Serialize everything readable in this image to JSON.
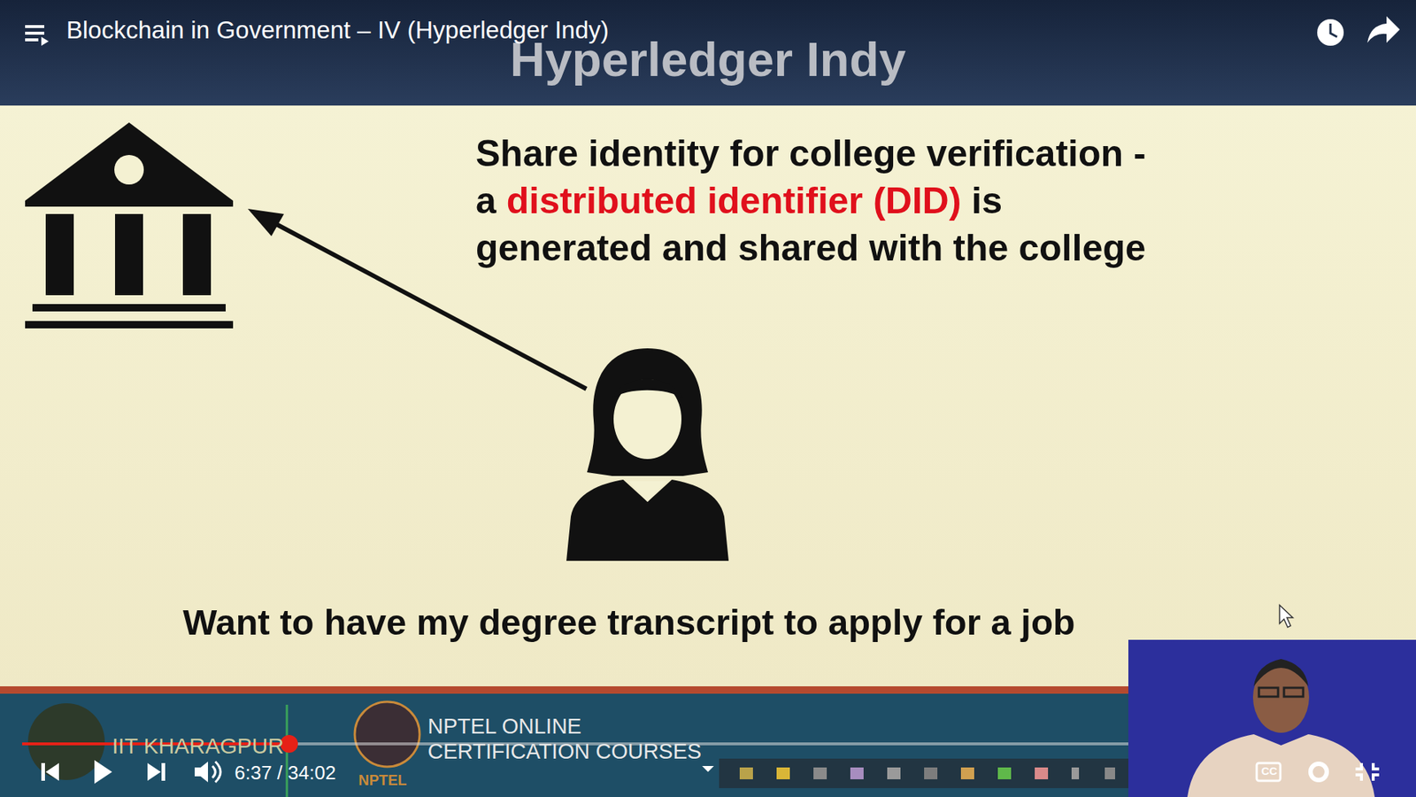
{
  "diagram": {
    "title": "Hyperledger Indy",
    "labels": [
      "Blockchain in Government – IV (Hyperledger Indy)",
      "Share identity for college verification - a",
      "distributed identifier (DID)",
      "is generated and shared with the college",
      "Want to have my degree transcript to apply for a job",
      "IIT KHARAGPUR",
      "NPTEL ONLINE",
      "CERTIFICATION COURSES",
      "NPTEL",
      "6:37 / 34:02",
      "CC"
    ]
  }
}
